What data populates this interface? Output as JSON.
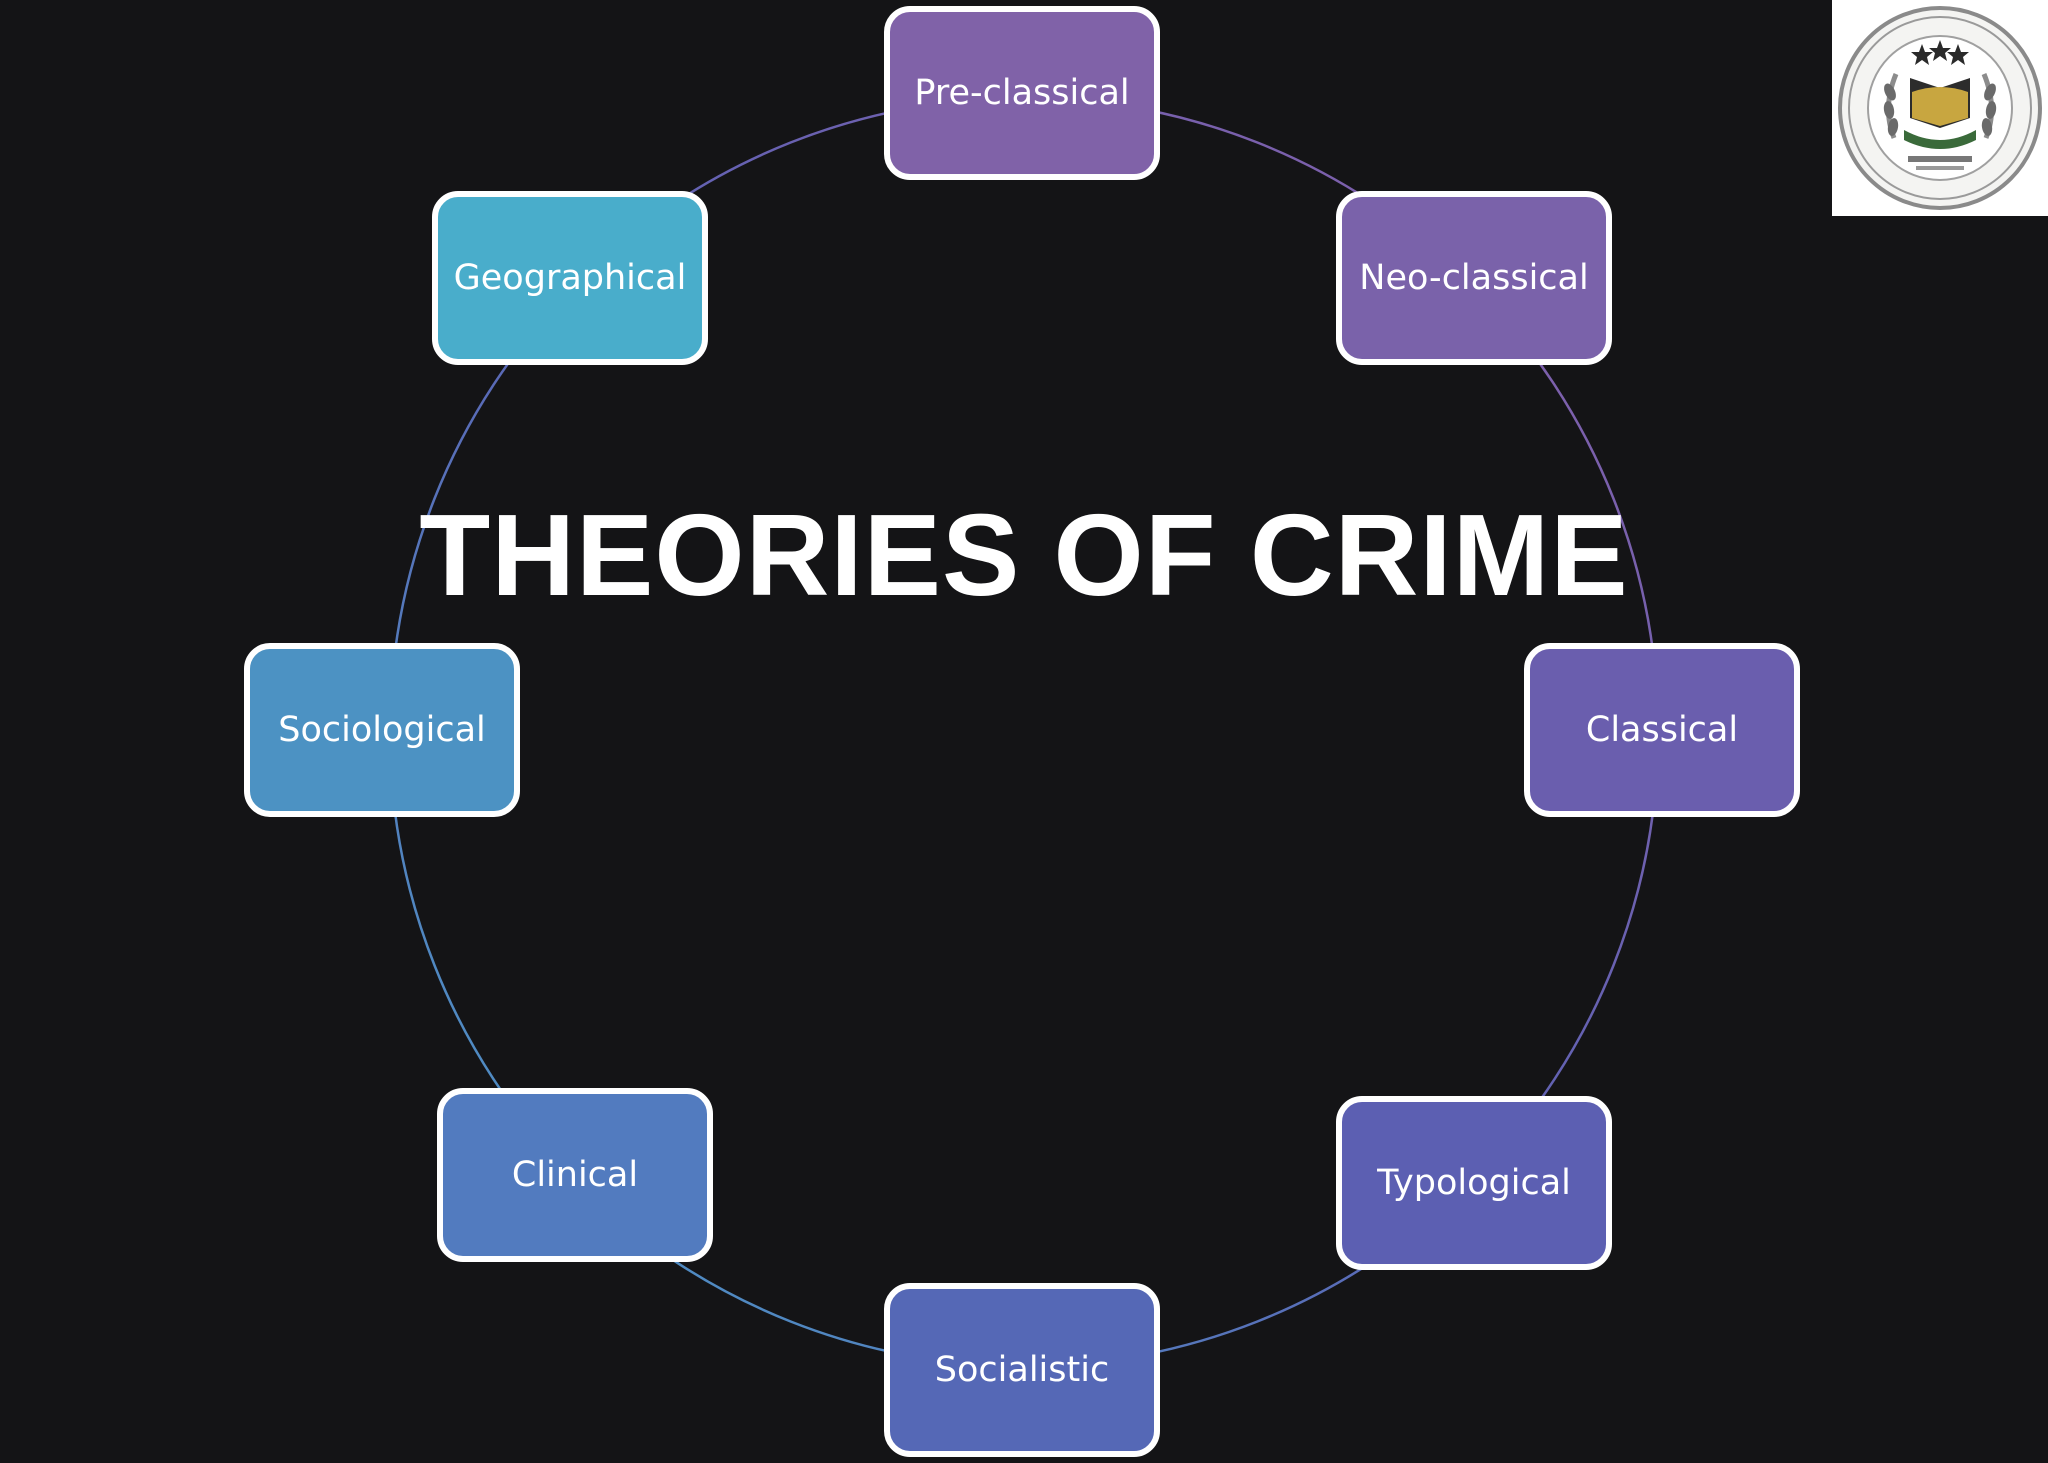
{
  "title": "THEORIES OF CRIME",
  "nodes": [
    {
      "label": "Pre-classical",
      "color": "#8062a8"
    },
    {
      "label": "Neo-classical",
      "color": "#7a62aa"
    },
    {
      "label": "Classical",
      "color": "#6a5eae"
    },
    {
      "label": "Typological",
      "color": "#5c5fb2"
    },
    {
      "label": "Socialistic",
      "color": "#5568b6"
    },
    {
      "label": "Clinical",
      "color": "#527bbf"
    },
    {
      "label": "Sociological",
      "color": "#4c92c3"
    },
    {
      "label": "Geographical",
      "color": "#49adcb"
    }
  ],
  "ring_colors": [
    "#8a5fa8",
    "#5c62b4",
    "#4a9cc8"
  ],
  "logo": {
    "icon": "emblem-seal-icon"
  }
}
